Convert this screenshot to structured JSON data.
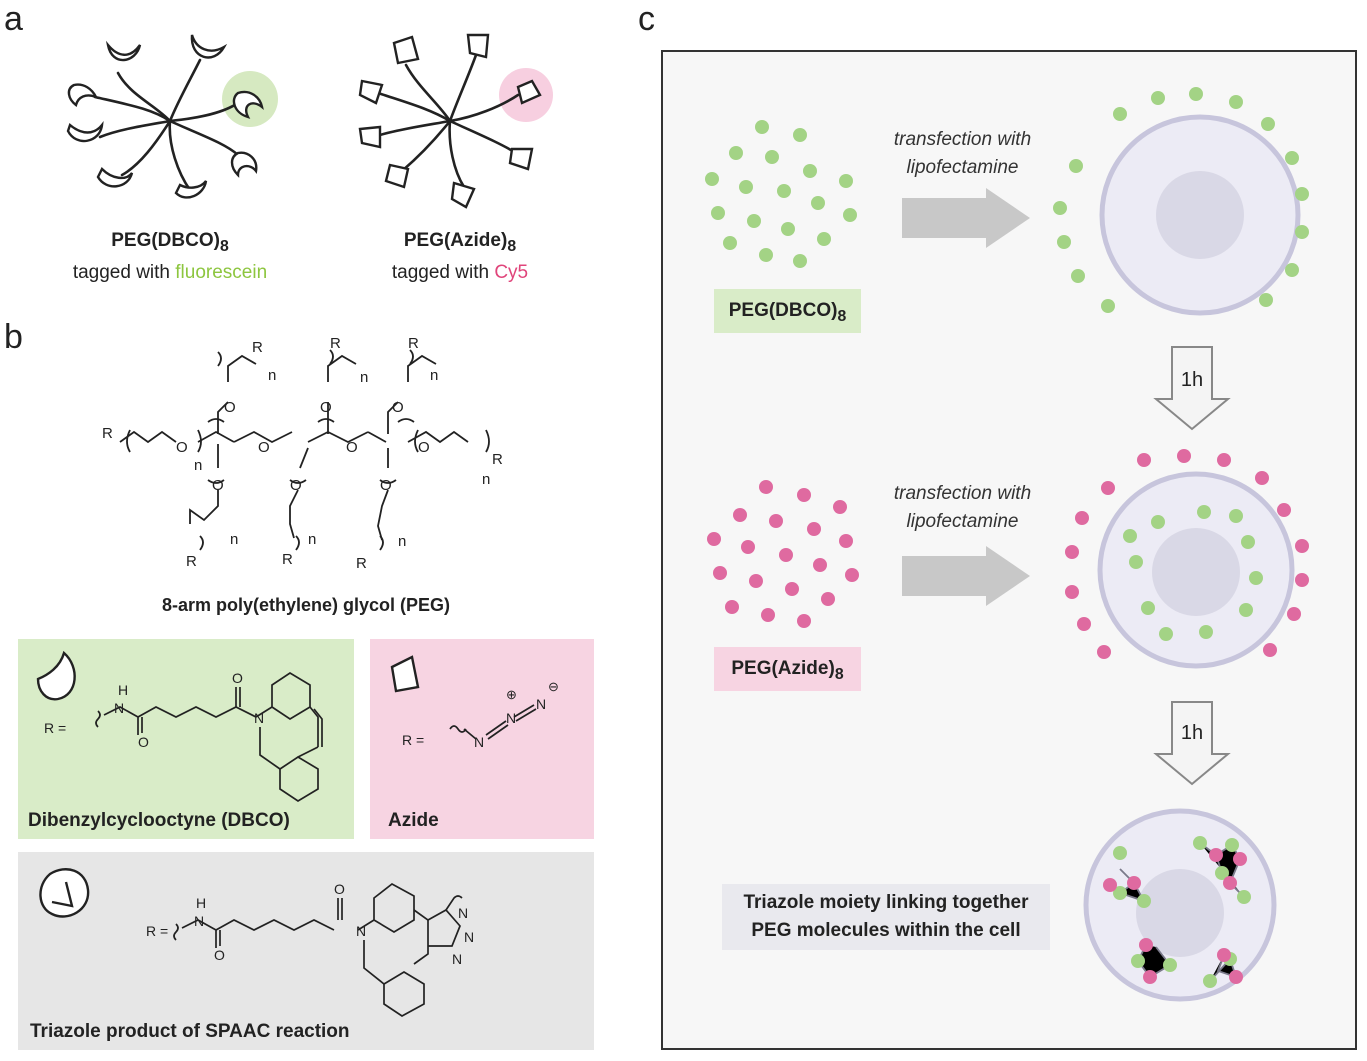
{
  "panel_a": {
    "letter": "a",
    "dbco": {
      "title": "PEG(DBCO)",
      "subscript": "8",
      "tag_prefix": "tagged with ",
      "tag_dye": "fluorescein",
      "dye_color": "#8dc63f"
    },
    "azide": {
      "title": "PEG(Azide)",
      "subscript": "8",
      "tag_prefix": "tagged with ",
      "tag_dye": "Cy5",
      "dye_color": "#e0457b"
    }
  },
  "panel_b": {
    "letter": "b",
    "structure_caption": "8-arm poly(ethylene) glycol (PEG)",
    "atom_R": "R",
    "atom_O": "O",
    "atom_n": "n",
    "atom_N": "N",
    "atom_H": "H",
    "r_equals": "R =",
    "plus": "⊕",
    "minus": "⊖",
    "dbco_box": {
      "label": "Dibenzylcyclooctyne (DBCO)",
      "color": "#d9ecc8"
    },
    "azide_box": {
      "label": "Azide",
      "color": "#f7d4e2"
    },
    "triazole_box": {
      "label": "Triazole product of SPAAC reaction",
      "color": "#e6e6e6"
    }
  },
  "panel_c": {
    "letter": "c",
    "transfection_line1": "transfection with",
    "transfection_line2": "lipofectamine",
    "step_time": "1h",
    "dbco_label": "PEG(DBCO)",
    "azide_label": "PEG(Azide)",
    "subscript": "8",
    "final_line1": "Triazole moiety linking together",
    "final_line2": "PEG molecules within the cell",
    "colors": {
      "green": "#a3d385",
      "pink": "#df6aa0",
      "cell": "#ecebf5",
      "nucleus": "#d9d8e6",
      "membrane": "#c7c5dc",
      "arrow": "#c8c8c8"
    }
  }
}
